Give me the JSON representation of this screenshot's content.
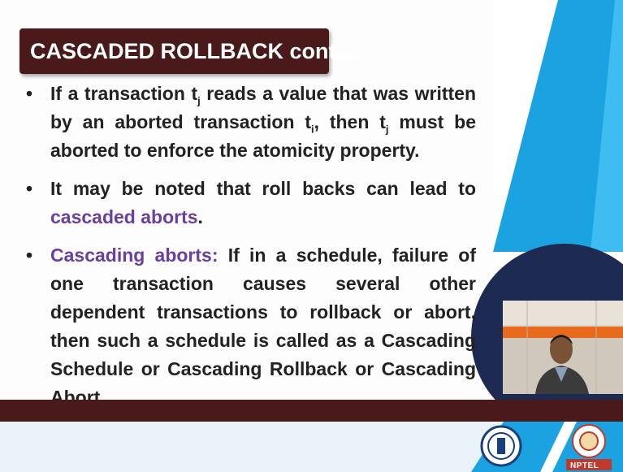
{
  "slide": {
    "title": "CASCADED ROLLBACK cont…",
    "bullet1": {
      "p1": "If a transaction t",
      "s1": "j",
      "p2": " reads a value that was written by an aborted transaction t",
      "s2": "i",
      "p3": ", then t",
      "s3": "j",
      "p4": " must be aborted to enforce the atomicity property."
    },
    "bullet2": {
      "text": "It may be noted that roll backs can lead to ",
      "accent": "cascaded aborts",
      "end": "."
    },
    "bullet3": {
      "accent": "Cascading aborts:",
      "text": " If in a schedule, failure of one transaction causes several other dependent transactions to rollback or abort, then such a schedule is called as a Cascading Schedule or Cascading Rollback or Cascading Abort."
    }
  },
  "footer": {
    "logo_label": "NPTEL"
  },
  "colors": {
    "title_bg": "#4a1a1a",
    "accent": "#6a3fa0",
    "blue": "#1aa3e0",
    "navy": "#1d2a52"
  }
}
